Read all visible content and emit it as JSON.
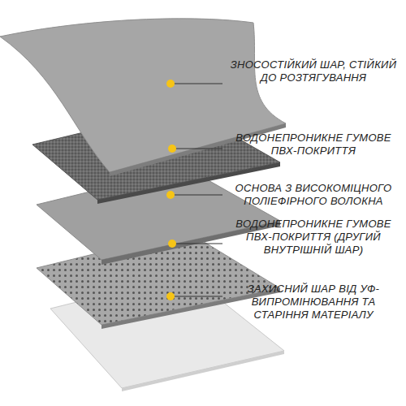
{
  "diagram": {
    "labels": [
      "ЗНОСОСТІЙКИЙ ШАР, СТІЙКИЙ ДО РОЗТЯГУВАННЯ",
      "ВОДОНЕПРОНИКНЕ ГУМОВЕ ПВХ-ПОКРИТТЯ",
      "ОСНОВА З ВИСОКОМІЦНОГО ПОЛІЕФІРНОГО ВОЛОКНА",
      "ВОДОНЕПРОНИКНЕ ГУМОВЕ ПВХ-ПОКРИТТЯ (ДРУГИЙ ВНУТРІШНІЙ ШАР)",
      "ЗАХИСНИЙ ШАР ВІД УФ-ВИПРОМІНЮВАННЯ ТА СТАРІННЯ МАТЕРІАЛУ"
    ]
  }
}
